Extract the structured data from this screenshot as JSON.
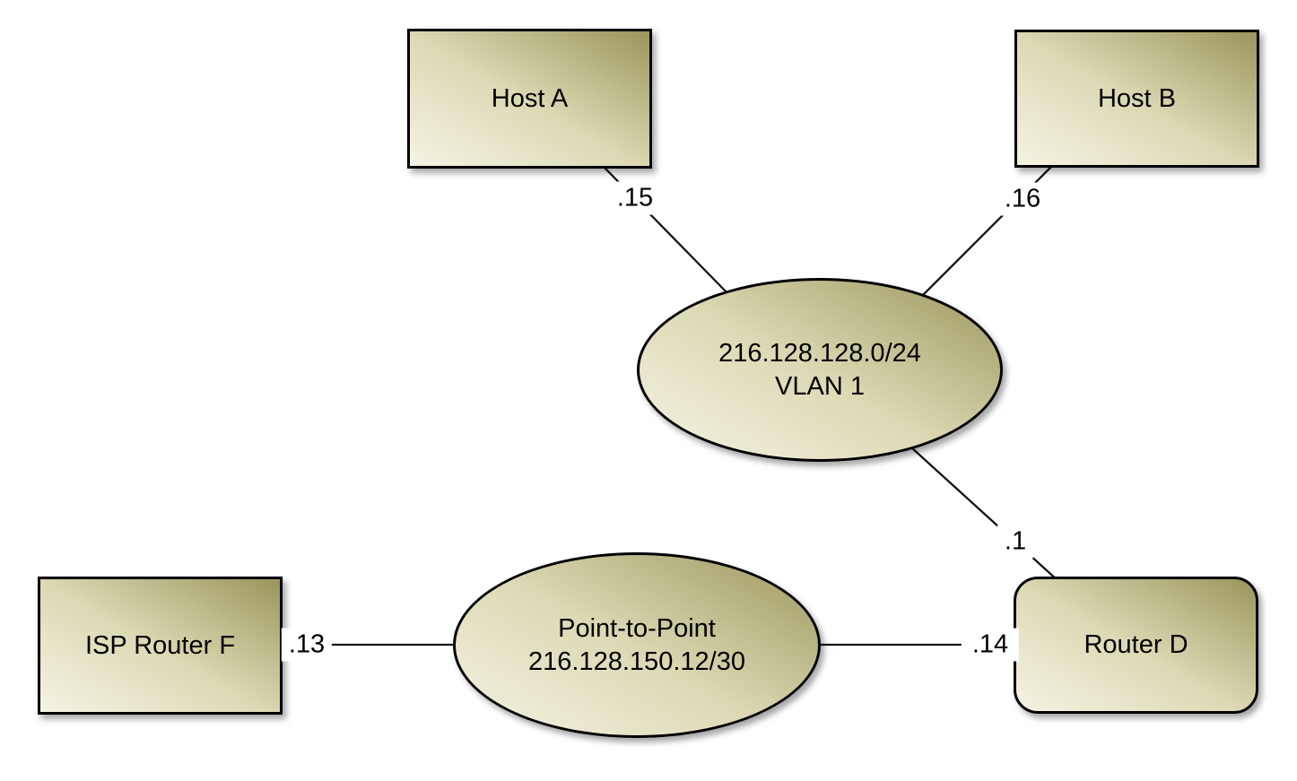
{
  "palette": {
    "page_background": "#ffffff",
    "shape_fill_light": "#f5f3e3",
    "shape_fill_mid": "#dcd9b4",
    "shape_fill_dark": "#99965c",
    "shape_border": "#000000",
    "link_line": "#141414",
    "label_background": "#ffffff",
    "text": "#000000"
  },
  "nodes": {
    "host_a": {
      "label": "Host A",
      "shape": "rectangle"
    },
    "host_b": {
      "label": "Host B",
      "shape": "rectangle"
    },
    "isp_router_f": {
      "label": "ISP Router F",
      "shape": "rectangle"
    },
    "router_d": {
      "label": "Router D",
      "shape": "rounded-rectangle"
    },
    "vlan1": {
      "line1": "216.128.128.0/24",
      "line2": "VLAN 1",
      "shape": "ellipse"
    },
    "point_to_point": {
      "line1": "Point-to-Point",
      "line2": "216.128.150.12/30",
      "shape": "ellipse"
    }
  },
  "links": {
    "host_a_to_vlan1": {
      "label": ".15"
    },
    "host_b_to_vlan1": {
      "label": ".16"
    },
    "vlan1_to_router_d": {
      "label": ".1"
    },
    "isp_router_f_to_p2p": {
      "label": ".13"
    },
    "p2p_to_router_d": {
      "label": ".14"
    }
  }
}
